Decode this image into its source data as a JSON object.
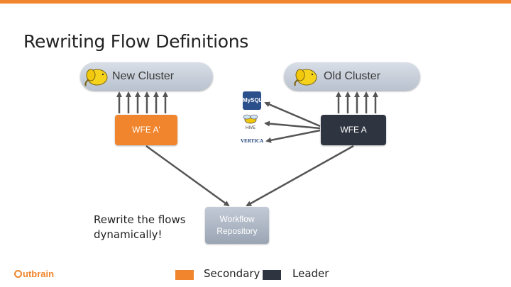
{
  "title": "Rewriting Flow Definitions",
  "clusters": {
    "new": {
      "label": "New Cluster",
      "icon": "hadoop-elephant-icon"
    },
    "old": {
      "label": "Old Cluster",
      "icon": "hadoop-elephant-icon"
    }
  },
  "wfe": {
    "secondary": {
      "label": "WFE A'",
      "color": "#f0852d"
    },
    "leader": {
      "label": "WFE A",
      "color": "#2f3540"
    }
  },
  "repository": {
    "line1": "Workflow",
    "line2": "Repository"
  },
  "databases": {
    "mysql": "MySQL",
    "hive": "HIVE",
    "vertica": "VERTICA"
  },
  "note": {
    "line1": "Rewrite the flows",
    "line2": "dynamically!"
  },
  "legend": {
    "secondary": {
      "label": "Secondary",
      "color": "#f0852d"
    },
    "leader": {
      "label": "Leader",
      "color": "#2f3540"
    }
  },
  "brand": {
    "name": "utbrain",
    "color": "#f0852d"
  }
}
